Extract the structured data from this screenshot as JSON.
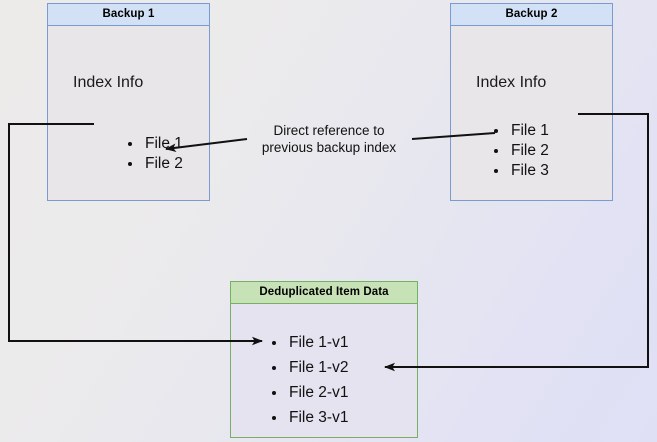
{
  "diagram": {
    "title": "Backup deduplication index reference diagram",
    "background_from": "#edeaea",
    "background_to": "#dfdff6"
  },
  "nodes": [
    {
      "id": "backup1",
      "header": "Backup 1",
      "section_title": "Index Info",
      "accent": "#7a9bd2",
      "header_fill": "#d3e1f6",
      "items": [
        "File 1",
        "File 2"
      ]
    },
    {
      "id": "backup2",
      "header": "Backup 2",
      "section_title": "Index Info",
      "accent": "#7a9bd2",
      "header_fill": "#d3e1f6",
      "items": [
        "File 1",
        "File 2",
        "File 3"
      ]
    },
    {
      "id": "dedup",
      "header": "Deduplicated Item Data",
      "accent": "#76b062",
      "header_fill": "#c8e2b7",
      "items": [
        "File 1-v1",
        "File 1-v2",
        "File 2-v1",
        "File 3-v1"
      ]
    }
  ],
  "annotations": {
    "direct_reference_line1": "Direct reference to",
    "direct_reference_line2": "previous backup index"
  },
  "connectors": [
    {
      "id": "backup2-index-to-backup1-index",
      "label": "Direct reference to previous backup index",
      "from": "Backup 2 File 2",
      "to": "Backup 1 File 2",
      "stroke": "#000000"
    },
    {
      "id": "backup1-file1-to-dedup-file1v1",
      "from": "Backup 1 File 1",
      "to": "Deduplicated Item Data File 1-v1",
      "stroke": "#000000"
    },
    {
      "id": "backup2-file1-to-dedup-file1v2",
      "from": "Backup 2 File 1",
      "to": "Deduplicated Item Data File 1-v2",
      "stroke": "#000000"
    }
  ]
}
